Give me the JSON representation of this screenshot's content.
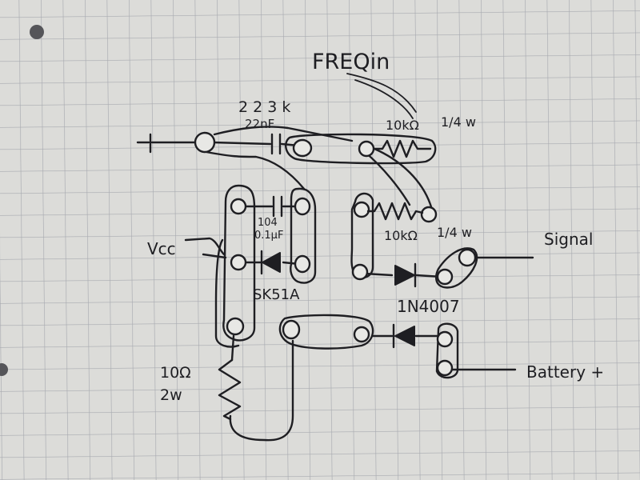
{
  "labels": {
    "freq_in": "FREQin",
    "cap_code_top": "2 2 3  k",
    "cap_value_top": "22nF",
    "res_top": "10kΩ",
    "res_top_power": "1/4 w",
    "cap_code_mid": "104",
    "cap_value_mid": "0.1μF",
    "res_mid": "10kΩ",
    "res_mid_power": "1/4 w",
    "vcc": "Vcc",
    "diode_schottky": "SK51A",
    "signal": "Signal",
    "diode_1n": "1N4007",
    "res_bottom_value": "10Ω",
    "res_bottom_power": "2w",
    "battery": "Battery +"
  },
  "colors": {
    "paper": "#dcdcd9",
    "grid": "#a8aab0",
    "ink": "#1e1e22",
    "hole": "#555559"
  }
}
